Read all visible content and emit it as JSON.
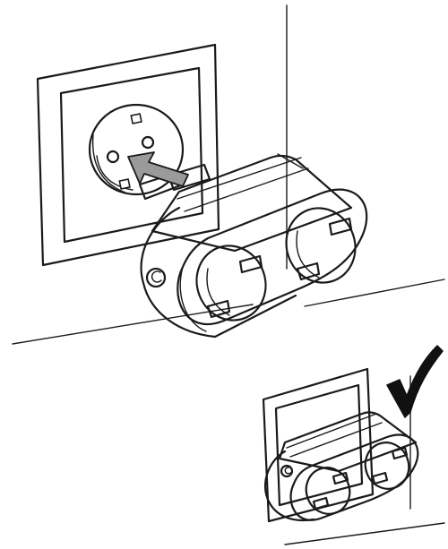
{
  "diagram": {
    "subject": "double-socket-adapter-installation",
    "steps": [
      {
        "id": "insert",
        "icon": "insert-arrow-icon"
      },
      {
        "id": "installed",
        "icon": "checkmark-icon"
      }
    ]
  },
  "colors": {
    "line": "#1a1a1a",
    "background": "#ffffff",
    "adapter_body": "#ffffff",
    "arrow_fill": "#9a9a9a",
    "check": "#111111"
  }
}
